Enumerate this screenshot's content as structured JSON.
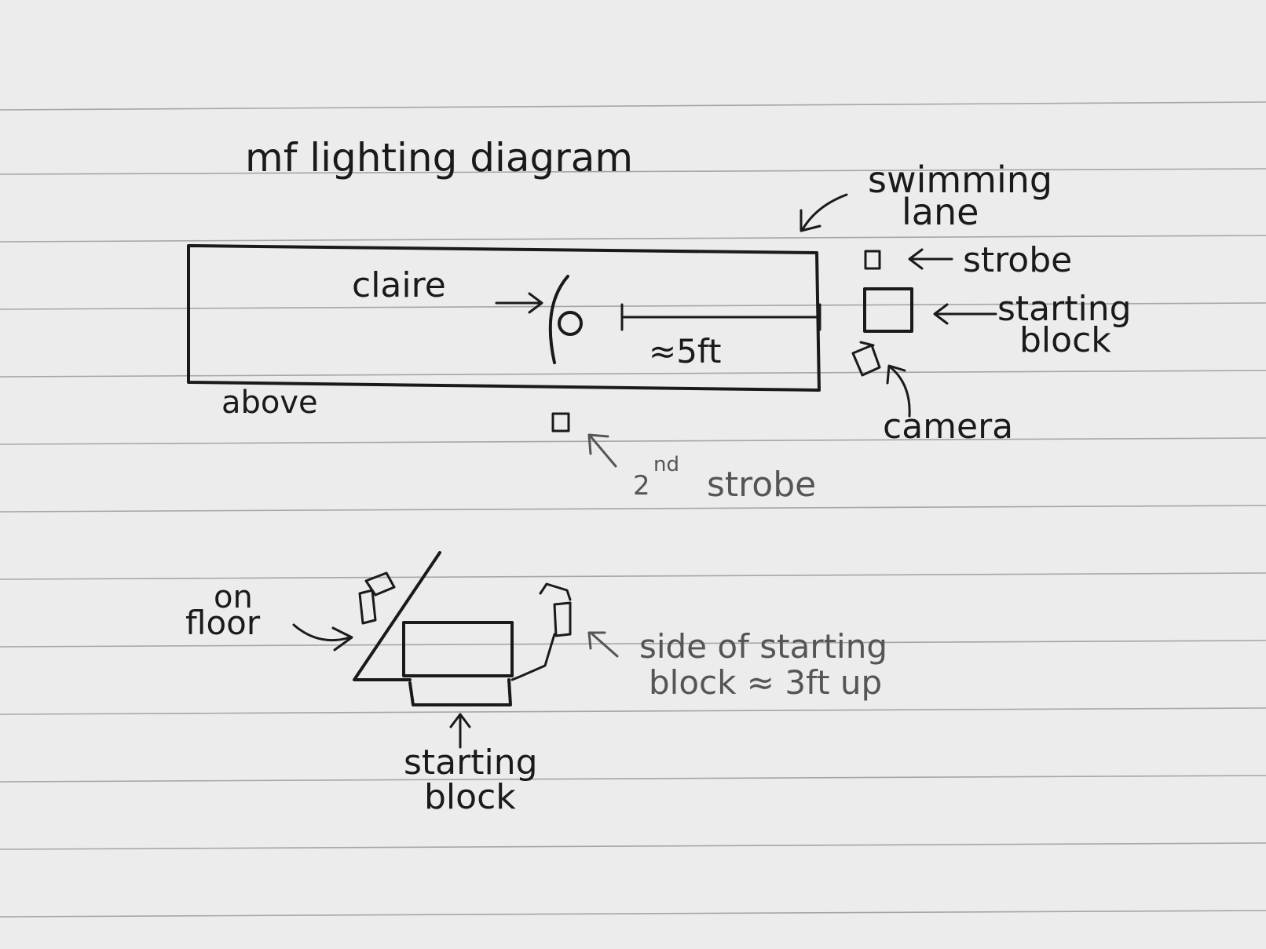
{
  "title": "mf lighting diagram",
  "top_view": {
    "view_label": "above",
    "lane_label": [
      "swimming",
      "lane"
    ],
    "subject_label": "claire",
    "distance_label": "≈5ft",
    "strobe_label": "strobe",
    "starting_block_label": [
      "starting",
      "block"
    ],
    "camera_label": "camera",
    "second_strobe_label": {
      "ordinal": "2",
      "superscript": "nd",
      "word": "strobe"
    }
  },
  "side_view": {
    "floor_label": [
      "on",
      "floor"
    ],
    "side_note": [
      "side of starting",
      "block ≈ 3ft up"
    ],
    "starting_block_label": [
      "starting",
      "block"
    ]
  },
  "colors": {
    "paper": "#ececec",
    "ink": "#1a1a1a",
    "pencil": "#555555",
    "rule": "#a6a6a6"
  }
}
